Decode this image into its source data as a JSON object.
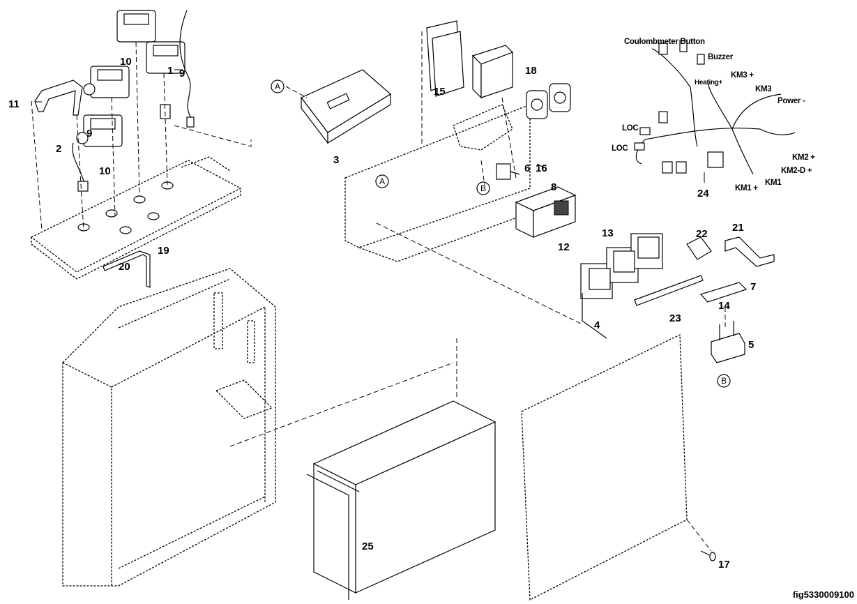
{
  "figure_id": "fig5330009100",
  "part_numbers": [
    "1",
    "2",
    "3",
    "4",
    "5",
    "6",
    "7",
    "8",
    "9",
    "9",
    "10",
    "10",
    "11",
    "12",
    "13",
    "14",
    "15",
    "16",
    "17",
    "18",
    "19",
    "20",
    "21",
    "22",
    "23",
    "24",
    "25"
  ],
  "reference_marks": [
    "A",
    "A",
    "B",
    "B"
  ],
  "harness_labels": [
    "Coulombmeter Button",
    "Buzzer",
    "Heating+",
    "KM3 +",
    "KM3",
    "Power -",
    "LOC",
    "LOC",
    "KM2 +",
    "KM2-D +",
    "KM1",
    "KM1 +"
  ],
  "colors": {
    "line": "#000000",
    "background": "#ffffff"
  }
}
